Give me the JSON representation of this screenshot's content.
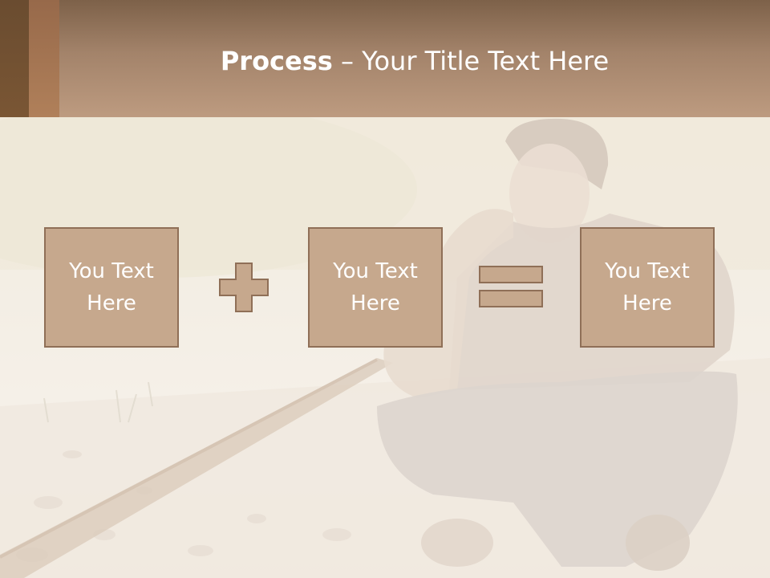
{
  "slide": {
    "title_bold": "Process",
    "title_rest": " – Your Title Text Here",
    "steps": [
      {
        "label": "You Text\nHere"
      },
      {
        "label": "You Text\nHere"
      },
      {
        "label": "You Text\nHere"
      }
    ],
    "operators": [
      "plus-icon",
      "equals-icon"
    ],
    "colors": {
      "header": "#a3836a",
      "box_fill": "#c6a88d",
      "box_border": "#8f6f57",
      "text": "#ffffff"
    }
  }
}
